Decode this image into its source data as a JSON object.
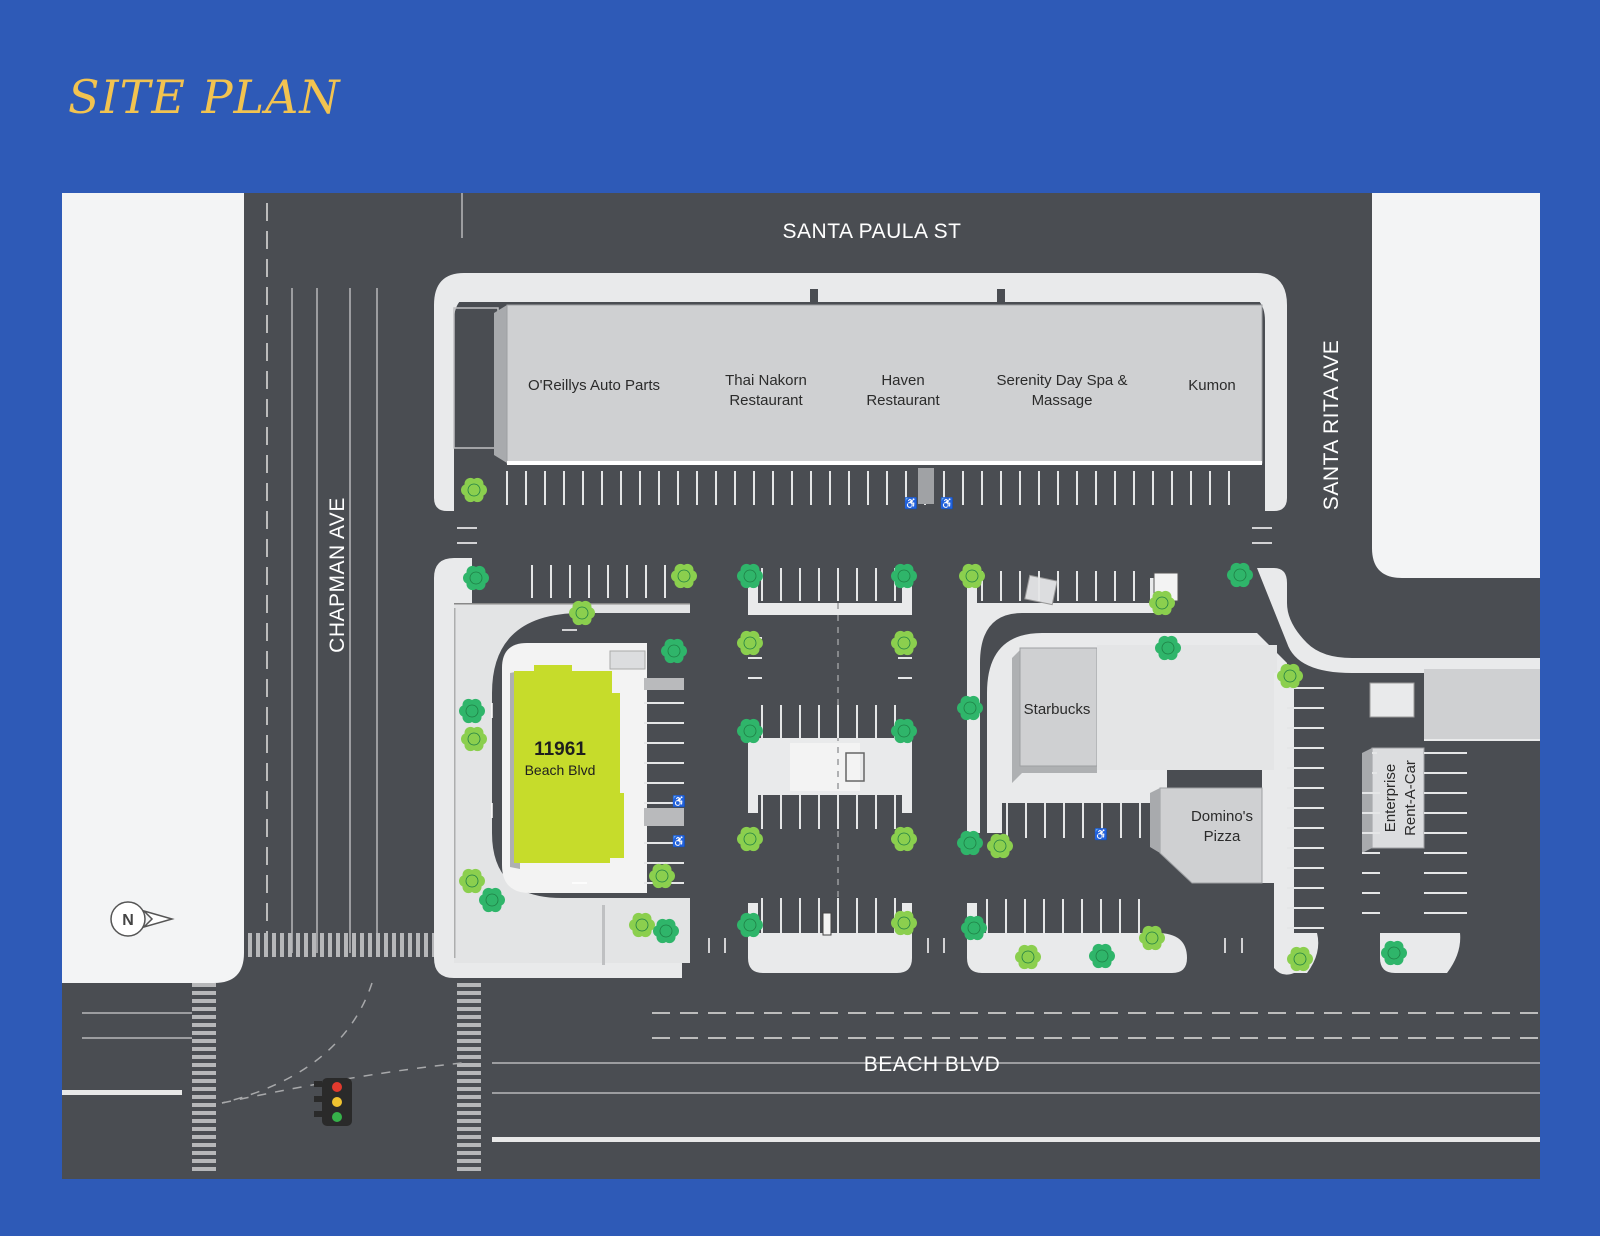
{
  "header": {
    "title": "SITE PLAN"
  },
  "streets": {
    "top": "SANTA PAULA ST",
    "left": "CHAPMAN AVE",
    "right": "SANTA RITA AVE",
    "bottom": "BEACH BLVD"
  },
  "tenants": [
    {
      "line1": "O'Reillys Auto Parts",
      "line2": ""
    },
    {
      "line1": "Thai Nakorn",
      "line2": "Restaurant"
    },
    {
      "line1": "Haven",
      "line2": "Restaurant"
    },
    {
      "line1": "Serenity Day Spa &",
      "line2": "Massage"
    },
    {
      "line1": "Kumon",
      "line2": ""
    }
  ],
  "subject": {
    "number": "11961",
    "street": "Beach Blvd",
    "color": "#c6dc2b"
  },
  "pads": {
    "starbucks": "Starbucks",
    "dominos_line1": "Domino's",
    "dominos_line2": "Pizza",
    "enterprise_line1": "Enterprise",
    "enterprise_line2": "Rent-A-Car"
  },
  "compass": {
    "letter": "N"
  },
  "colors": {
    "background": "#2e5ab7",
    "title": "#f2c350",
    "road": "#4a4d52",
    "offsite": "#f3f4f5",
    "tree": "#2fb56a",
    "tree_light": "#8bcf4e"
  },
  "icons": [
    "compass-icon",
    "traffic-light-icon",
    "tree-icon",
    "accessible-parking-icon"
  ]
}
